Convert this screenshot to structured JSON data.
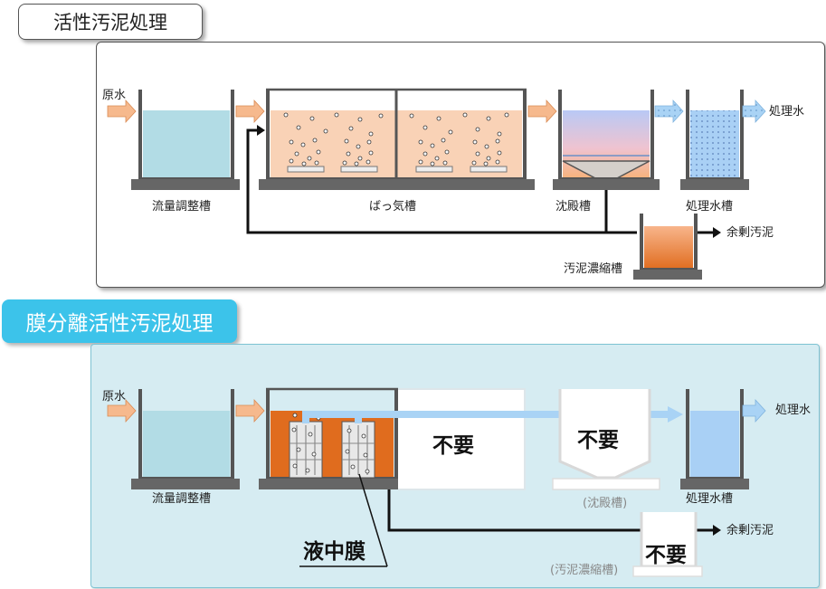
{
  "section1": {
    "title": "活性汚泥処理",
    "labels": {
      "raw_water": "原水",
      "equalization_tank": "流量調整槽",
      "aeration_tank": "ばっ気槽",
      "sedimentation_tank": "沈殿槽",
      "treated_water_tank": "処理水槽",
      "treated_water": "処理水",
      "excess_sludge": "余剰汚泥",
      "sludge_thickener": "汚泥濃縮槽"
    }
  },
  "section2": {
    "title": "膜分離活性汚泥処理",
    "labels": {
      "raw_water": "原水",
      "equalization_tank": "流量調整槽",
      "sedimentation_tank": "(沈殿槽)",
      "treated_water_tank": "処理水槽",
      "treated_water": "処理水",
      "excess_sludge": "余剰汚泥",
      "sludge_thickener": "(汚泥濃縮槽)",
      "submerged_membrane": "液中膜",
      "unnecessary_1": "不要",
      "unnecessary_2": "不要",
      "unnecessary_3": "不要"
    }
  },
  "colors": {
    "tank_outline": "#555555",
    "equalization_water": "#b2dce5",
    "aeration_water": "#f9d2b6",
    "treated_water": "#a9d0f5",
    "sludge": "#e06c1e",
    "arrow_orange": "#f6b98d",
    "arrow_blue": "#a9d3f5",
    "accent_blue": "#3cc3ea"
  }
}
